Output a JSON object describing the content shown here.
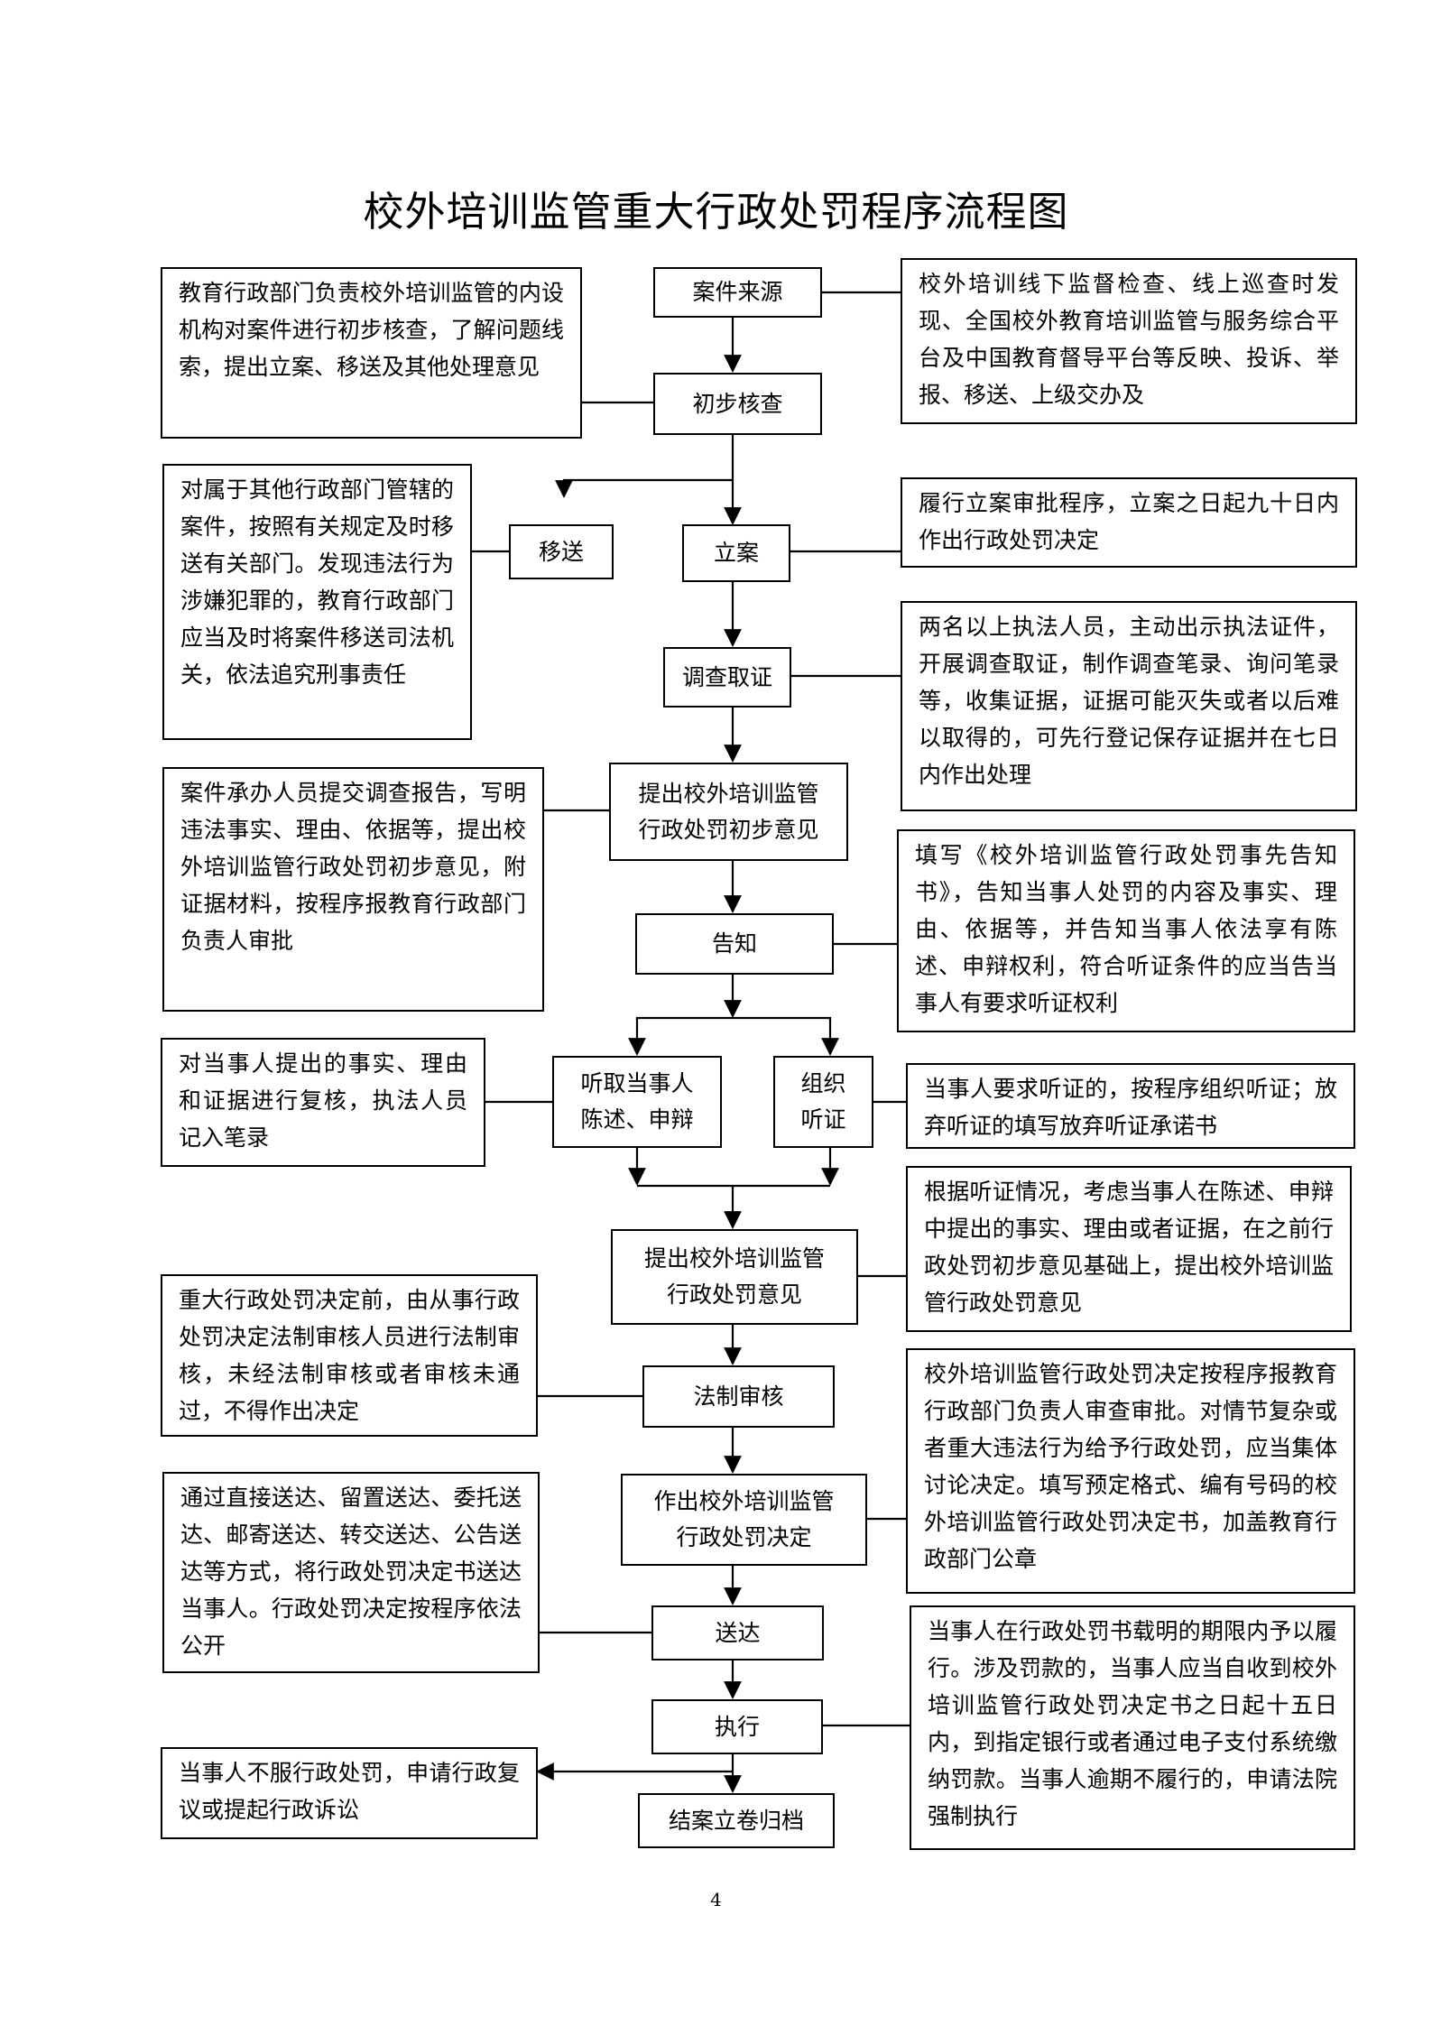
{
  "title": "校外培训监管重大行政处罚程序流程图",
  "page_number": "4",
  "steps": {
    "source": "案件来源",
    "prelim_check": "初步核查",
    "transfer": "移送",
    "filing": "立案",
    "investigation": "调查取证",
    "prelim_opinion_l1": "提出校外培训监管",
    "prelim_opinion_l2": "行政处罚初步意见",
    "notify": "告知",
    "hear_statement_l1": "听取当事人",
    "hear_statement_l2": "陈述、申辩",
    "hearing_l1": "组织",
    "hearing_l2": "听证",
    "opinion_l1": "提出校外培训监管",
    "opinion_l2": "行政处罚意见",
    "legal_review": "法制审核",
    "decision_l1": "作出校外培训监管",
    "decision_l2": "行政处罚决定",
    "delivery": "送达",
    "execution": "执行",
    "archive": "结案立卷归档"
  },
  "notes": {
    "prelim_check_desc": "教育行政部门负责校外培训监管的内设机构对案件进行初步核查，了解问题线索，提出立案、移送及其他处理意见",
    "source_desc": "校外培训线下监督检查、线上巡查时发现、全国校外教育培训监管与服务综合平台及中国教育督导平台等反映、投诉、举报、移送、上级交办及",
    "transfer_desc": "对属于其他行政部门管辖的案件，按照有关规定及时移送有关部门。发现违法行为涉嫌犯罪的，教育行政部门应当及时将案件移送司法机关，依法追究刑事责任",
    "filing_desc": "履行立案审批程序，立案之日起九十日内作出行政处罚决定",
    "investigation_desc": "两名以上执法人员，主动出示执法证件，开展调查取证，制作调查笔录、询问笔录等，收集证据，证据可能灭失或者以后难以取得的，可先行登记保存证据并在七日内作出处理",
    "prelim_opinion_desc": "案件承办人员提交调查报告，写明违法事实、理由、依据等，提出校外培训监管行政处罚初步意见，附证据材料，按程序报教育行政部门负责人审批",
    "notify_desc": "填写《校外培训监管行政处罚事先告知书》，告知当事人处罚的内容及事实、理由、依据等，并告知当事人依法享有陈述、申辩权利，符合听证条件的应当告当事人有要求听证权利",
    "statement_desc": "对当事人提出的事实、理由和证据进行复核，执法人员记入笔录",
    "hearing_desc": "当事人要求听证的，按程序组织听证；放弃听证的填写放弃听证承诺书",
    "opinion_desc": "根据听证情况，考虑当事人在陈述、申辩中提出的事实、理由或者证据，在之前行政处罚初步意见基础上，提出校外培训监管行政处罚意见",
    "legal_review_desc": "重大行政处罚决定前，由从事行政处罚决定法制审核人员进行法制审核，未经法制审核或者审核未通过，不得作出决定",
    "decision_desc": "校外培训监管行政处罚决定按程序报教育行政部门负责人审查审批。对情节复杂或者重大违法行为给予行政处罚，应当集体讨论决定。填写预定格式、编有号码的校外培训监管行政处罚决定书，加盖教育行政部门公章",
    "delivery_desc": "通过直接送达、留置送达、委托送达、邮寄送达、转交送达、公告送达等方式，将行政处罚决定书送达当事人。行政处罚决定按程序依法公开",
    "execution_desc": "当事人在行政处罚书载明的期限内予以履行。涉及罚款的，当事人应当自收到校外培训监管行政处罚决定书之日起十五日内，到指定银行或者通过电子支付系统缴纳罚款。当事人逾期不履行的，申请法院强制执行",
    "appeal_desc": "当事人不服行政处罚，申请行政复议或提起行政诉讼"
  }
}
